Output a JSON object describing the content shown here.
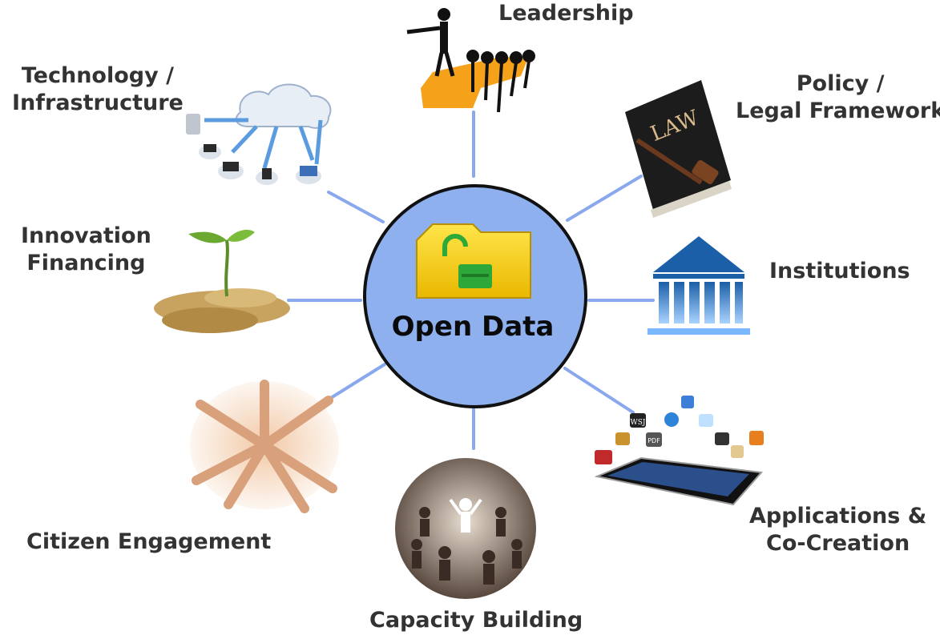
{
  "center": {
    "label": "Open Data"
  },
  "nodes": {
    "leadership": {
      "label": "Leadership"
    },
    "policy": {
      "line1": "Policy /",
      "line2": "Legal Framework"
    },
    "institutions": {
      "label": "Institutions"
    },
    "applications": {
      "line1": "Applications &",
      "line2": "Co-Creation"
    },
    "capacity": {
      "label": "Capacity Building"
    },
    "citizen": {
      "label": "Citizen Engagement"
    },
    "innovation": {
      "line1": "Innovation",
      "line2": "Financing"
    },
    "technology": {
      "line1": "Technology /",
      "line2": "Infrastructure"
    }
  },
  "book": {
    "title": "LAW"
  },
  "app_icons": [
    "WSJ",
    "PDF"
  ],
  "colors": {
    "hub_fill": "#8fb0ef",
    "hub_stroke": "#111111",
    "spoke": "#8aa8ee",
    "folder": "#f3d11a",
    "lock": "#2fa83a",
    "label": "#333333"
  }
}
